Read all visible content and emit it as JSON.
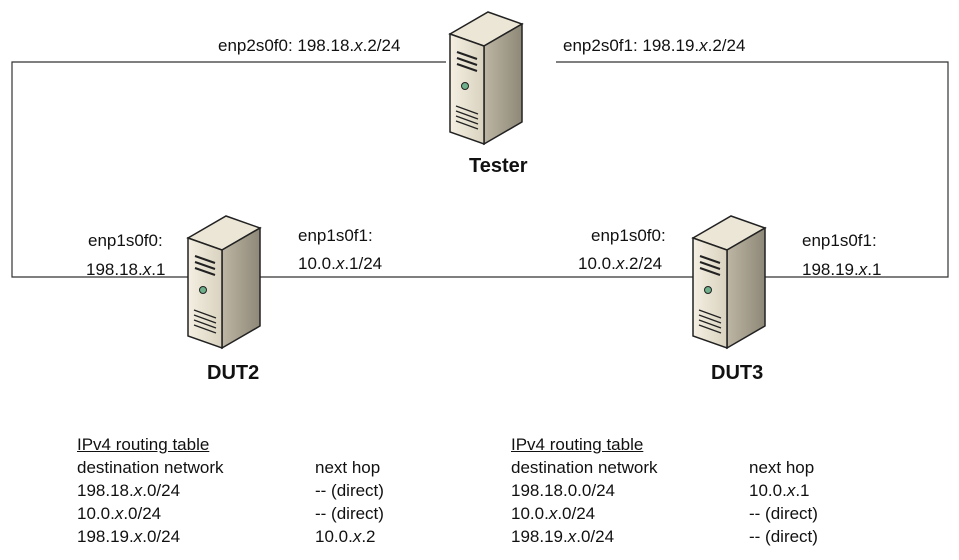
{
  "nodes": {
    "tester": {
      "name": "Tester",
      "port_left": "enp2s0f0: 198.18.x.2/24",
      "port_right": "enp2s0f1: 198.19.x.2/24"
    },
    "dut2": {
      "name": "DUT2",
      "port_left_line1": "enp1s0f0:",
      "port_left_line2": "198.18.x.1",
      "port_right_line1": "enp1s0f1:",
      "port_right_line2": "10.0.x.1/24"
    },
    "dut3": {
      "name": "DUT3",
      "port_left_line1": "enp1s0f0:",
      "port_left_line2": "10.0.x.2/24",
      "port_right_line1": "enp1s0f1:",
      "port_right_line2": "198.19.x.1"
    }
  },
  "routing_tables": [
    {
      "title": "IPv4 routing table",
      "header": [
        "destination network",
        "next hop"
      ],
      "rows": [
        [
          "198.18.x.0/24",
          "-- (direct)"
        ],
        [
          "10.0.x.0/24",
          "-- (direct)"
        ],
        [
          "198.19.x.0/24",
          "10.0.x.2"
        ]
      ]
    },
    {
      "title": "IPv4 routing table",
      "header": [
        "destination network",
        "next hop"
      ],
      "rows": [
        [
          "198.18.0.0/24",
          "10.0.x.1"
        ],
        [
          "10.0.x.0/24",
          "-- (direct)"
        ],
        [
          "198.19.x.0/24",
          "-- (direct)"
        ]
      ]
    }
  ],
  "icons": {
    "server": "server-tower-icon"
  }
}
